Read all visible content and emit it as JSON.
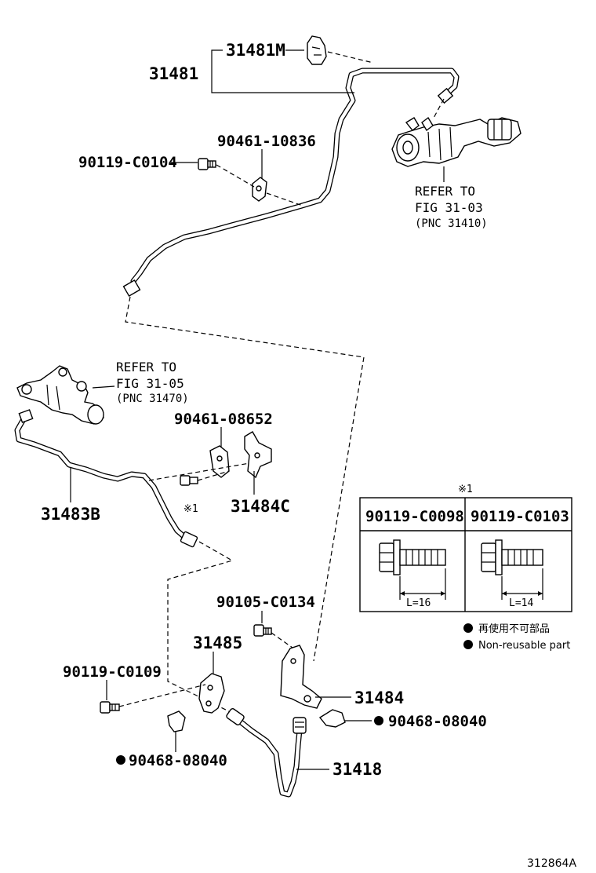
{
  "diagram": {
    "figure_id": "312864A",
    "parts": {
      "p31481": "31481",
      "p31481M": "31481M",
      "p90461_10836": "90461-10836",
      "p90119_C0104": "90119-C0104",
      "p90461_08652": "90461-08652",
      "p31483B": "31483B",
      "p31484C": "31484C",
      "p90105_C0134": "90105-C0134",
      "p31485": "31485",
      "p90119_C0109": "90119-C0109",
      "p31484": "31484",
      "p90468_08040_a": "90468-08040",
      "p90468_08040_b": "90468-08040",
      "p31418": "31418"
    },
    "refs": {
      "ref1_line1": "REFER TO",
      "ref1_line2": "FIG 31-03",
      "ref1_line3": "(PNC 31410)",
      "ref2_line1": "REFER TO",
      "ref2_line2": "FIG 31-05",
      "ref2_line3": "(PNC 31470)"
    },
    "callout_mark": "※1",
    "mark_small": "※1",
    "bolt_table": {
      "col1_header": "90119-C0098",
      "col2_header": "90119-C0103",
      "col1_length": "L=16",
      "col2_length": "L=14"
    },
    "legend": {
      "line1": "再使用不可部品",
      "line2": "Non-reusable part"
    }
  }
}
